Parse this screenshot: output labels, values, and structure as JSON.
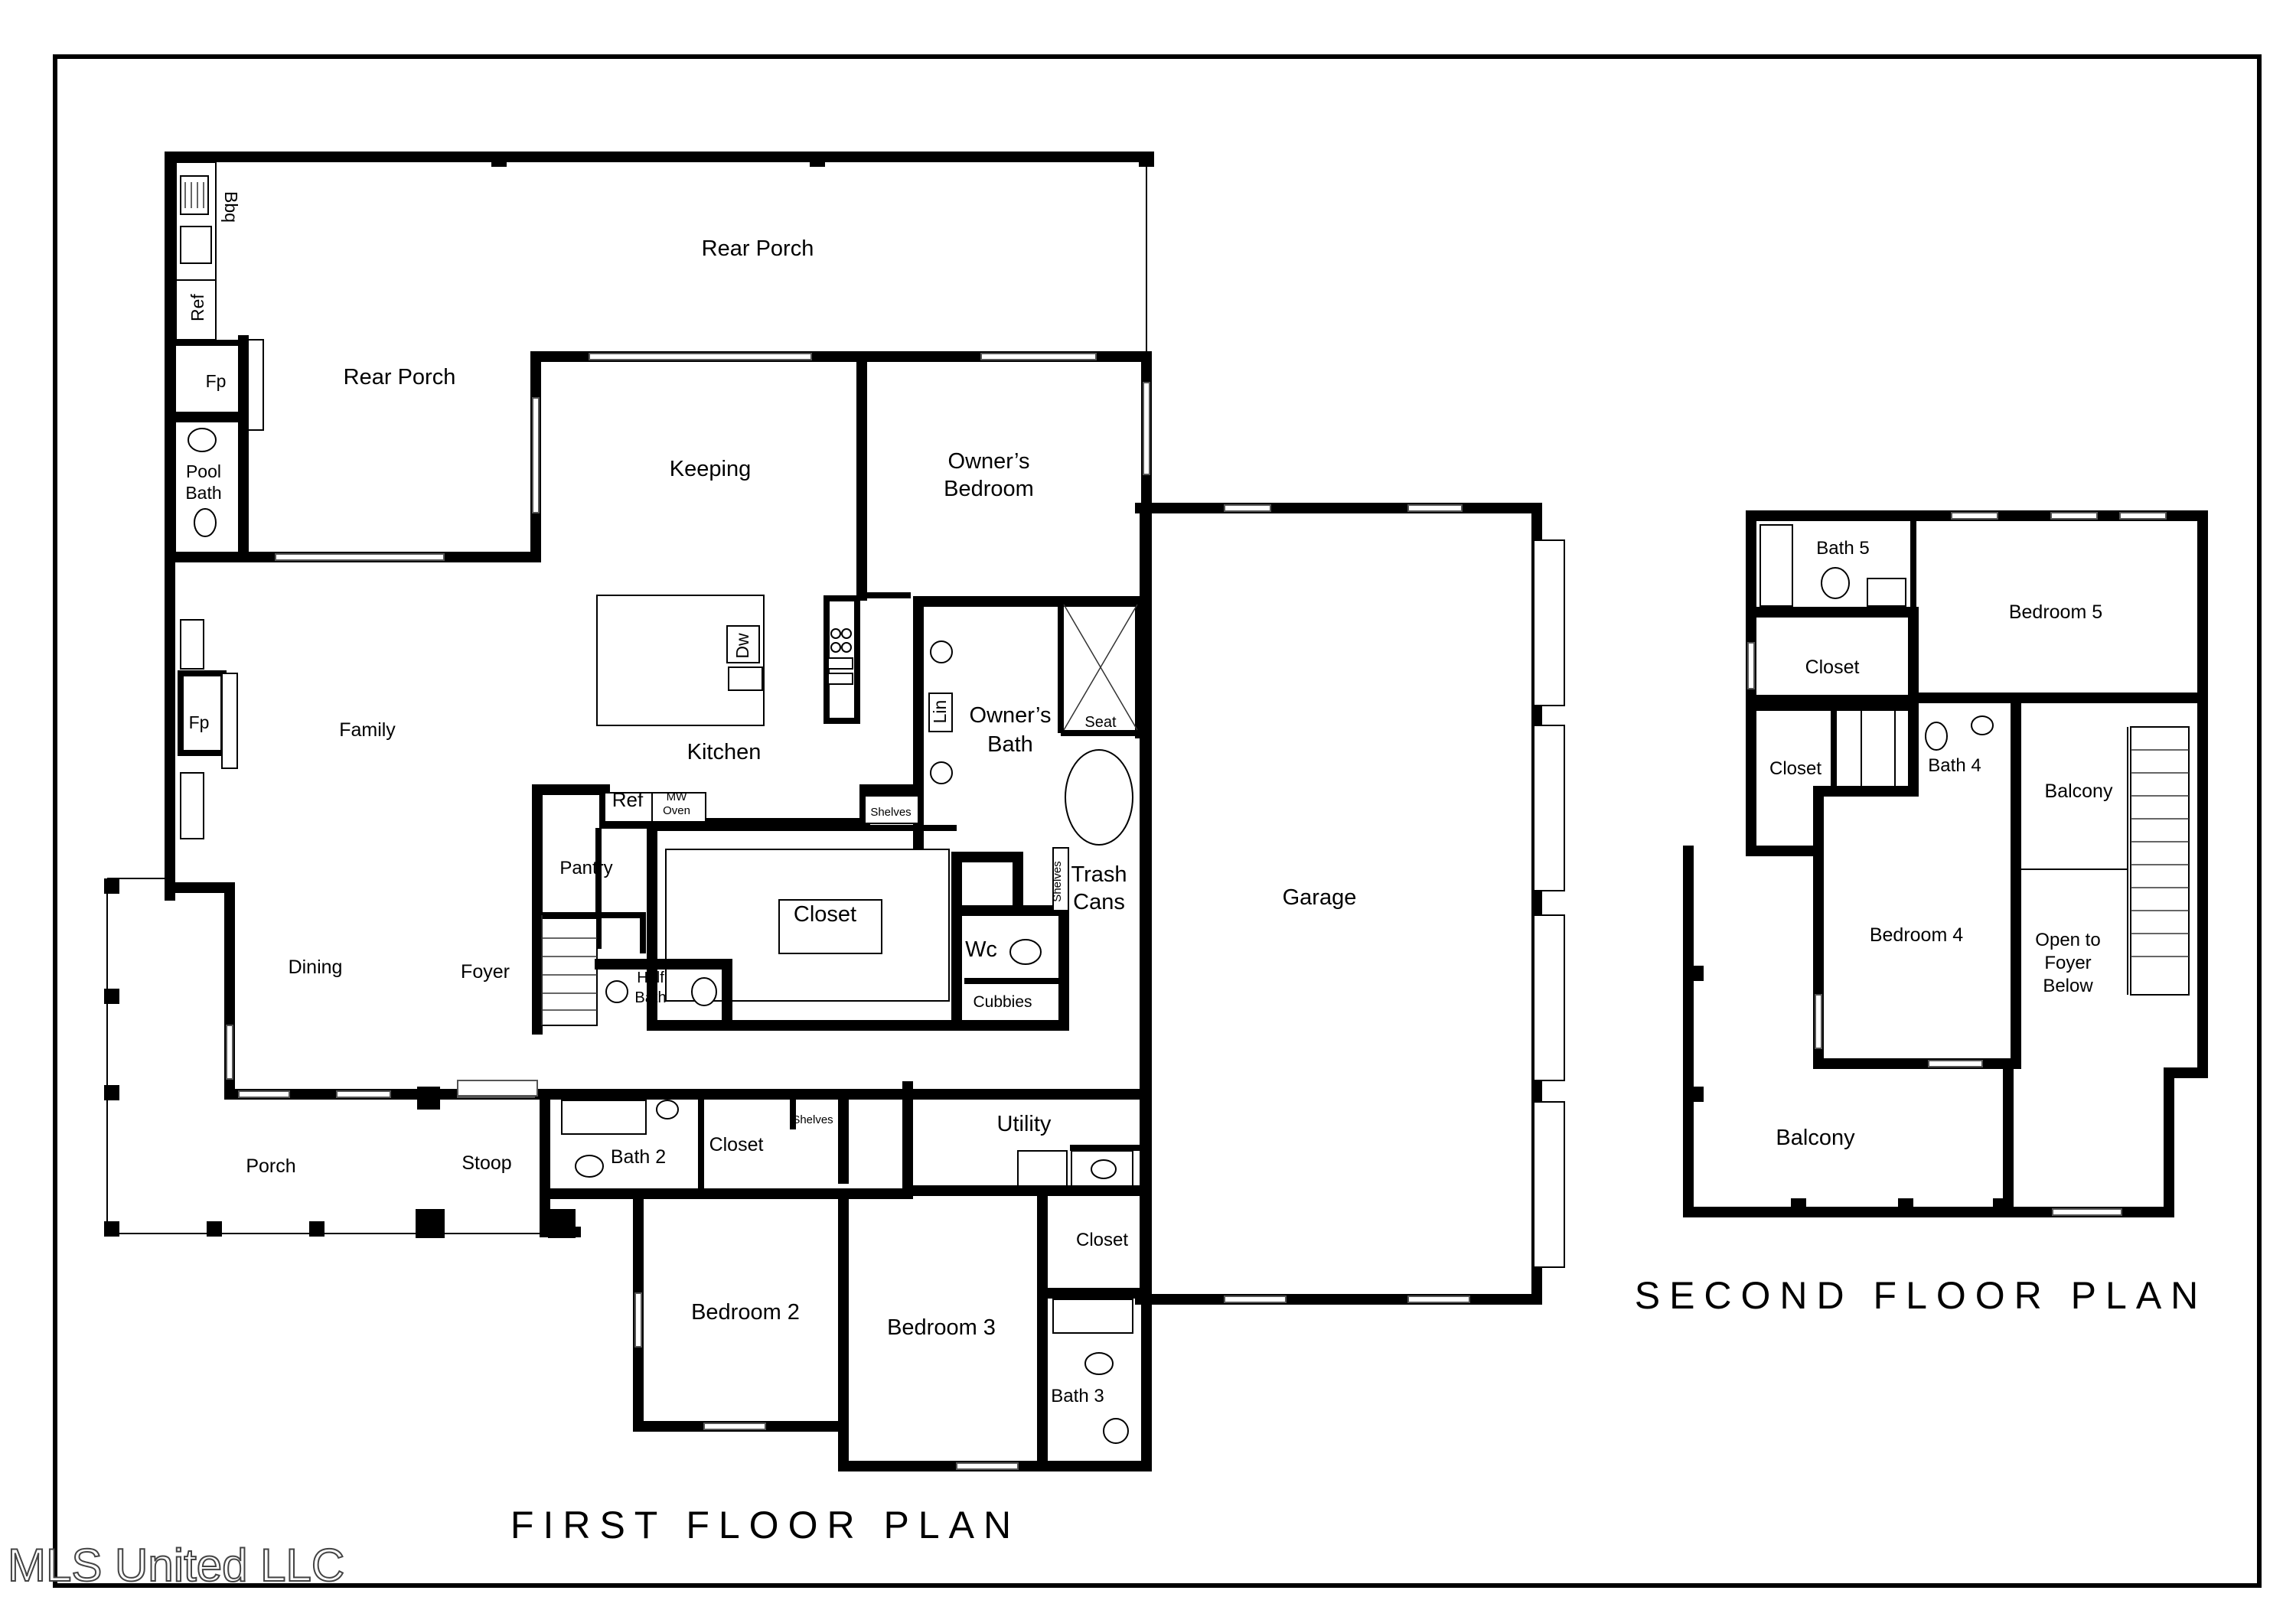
{
  "titles": {
    "first_floor": "FIRST FLOOR PLAN",
    "second_floor": "SECOND FLOOR PLAN"
  },
  "watermark": "MLS United LLC",
  "first_floor": {
    "rear_porch_top": "Rear Porch",
    "rear_porch_left": "Rear Porch",
    "bbq": "Bbq",
    "ref_porch": "Ref",
    "fp_porch": "Fp",
    "pool_bath_1": "Pool",
    "pool_bath_2": "Bath",
    "keeping": "Keeping",
    "owners_bedroom_1": "Owner’s",
    "owners_bedroom_2": "Bedroom",
    "family": "Family",
    "fp_family": "Fp",
    "dw": "Dw",
    "kitchen": "Kitchen",
    "ref_kitchen": "Ref",
    "mw_oven_1": "MW",
    "mw_oven_2": "Oven",
    "shelves_kitchen": "Shelves",
    "lin": "Lin",
    "owners_bath_1": "Owner’s",
    "owners_bath_2": "Bath",
    "seat": "Seat",
    "pantry": "Pantry",
    "closet_main": "Closet",
    "shelves_wc": "Shelves",
    "trash_cans_1": "Trash",
    "trash_cans_2": "Cans",
    "wc": "Wc",
    "cubbies": "Cubbies",
    "half_bath_1": "Half",
    "half_bath_2": "Bath",
    "dining": "Dining",
    "foyer": "Foyer",
    "garage": "Garage",
    "porch": "Porch",
    "stoop": "Stoop",
    "bath2": "Bath 2",
    "closet_b2": "Closet",
    "shelves_hall": "Shelves",
    "utility": "Utility",
    "closet_b3": "Closet",
    "bedroom2": "Bedroom 2",
    "bedroom3": "Bedroom 3",
    "bath3": "Bath 3"
  },
  "second_floor": {
    "bath5": "Bath 5",
    "bedroom5": "Bedroom 5",
    "closet_top": "Closet",
    "closet_left": "Closet",
    "bath4": "Bath 4",
    "balcony_right": "Balcony",
    "bedroom4": "Bedroom 4",
    "open_foyer_1": "Open to",
    "open_foyer_2": "Foyer",
    "open_foyer_3": "Below",
    "balcony_bottom": "Balcony"
  }
}
